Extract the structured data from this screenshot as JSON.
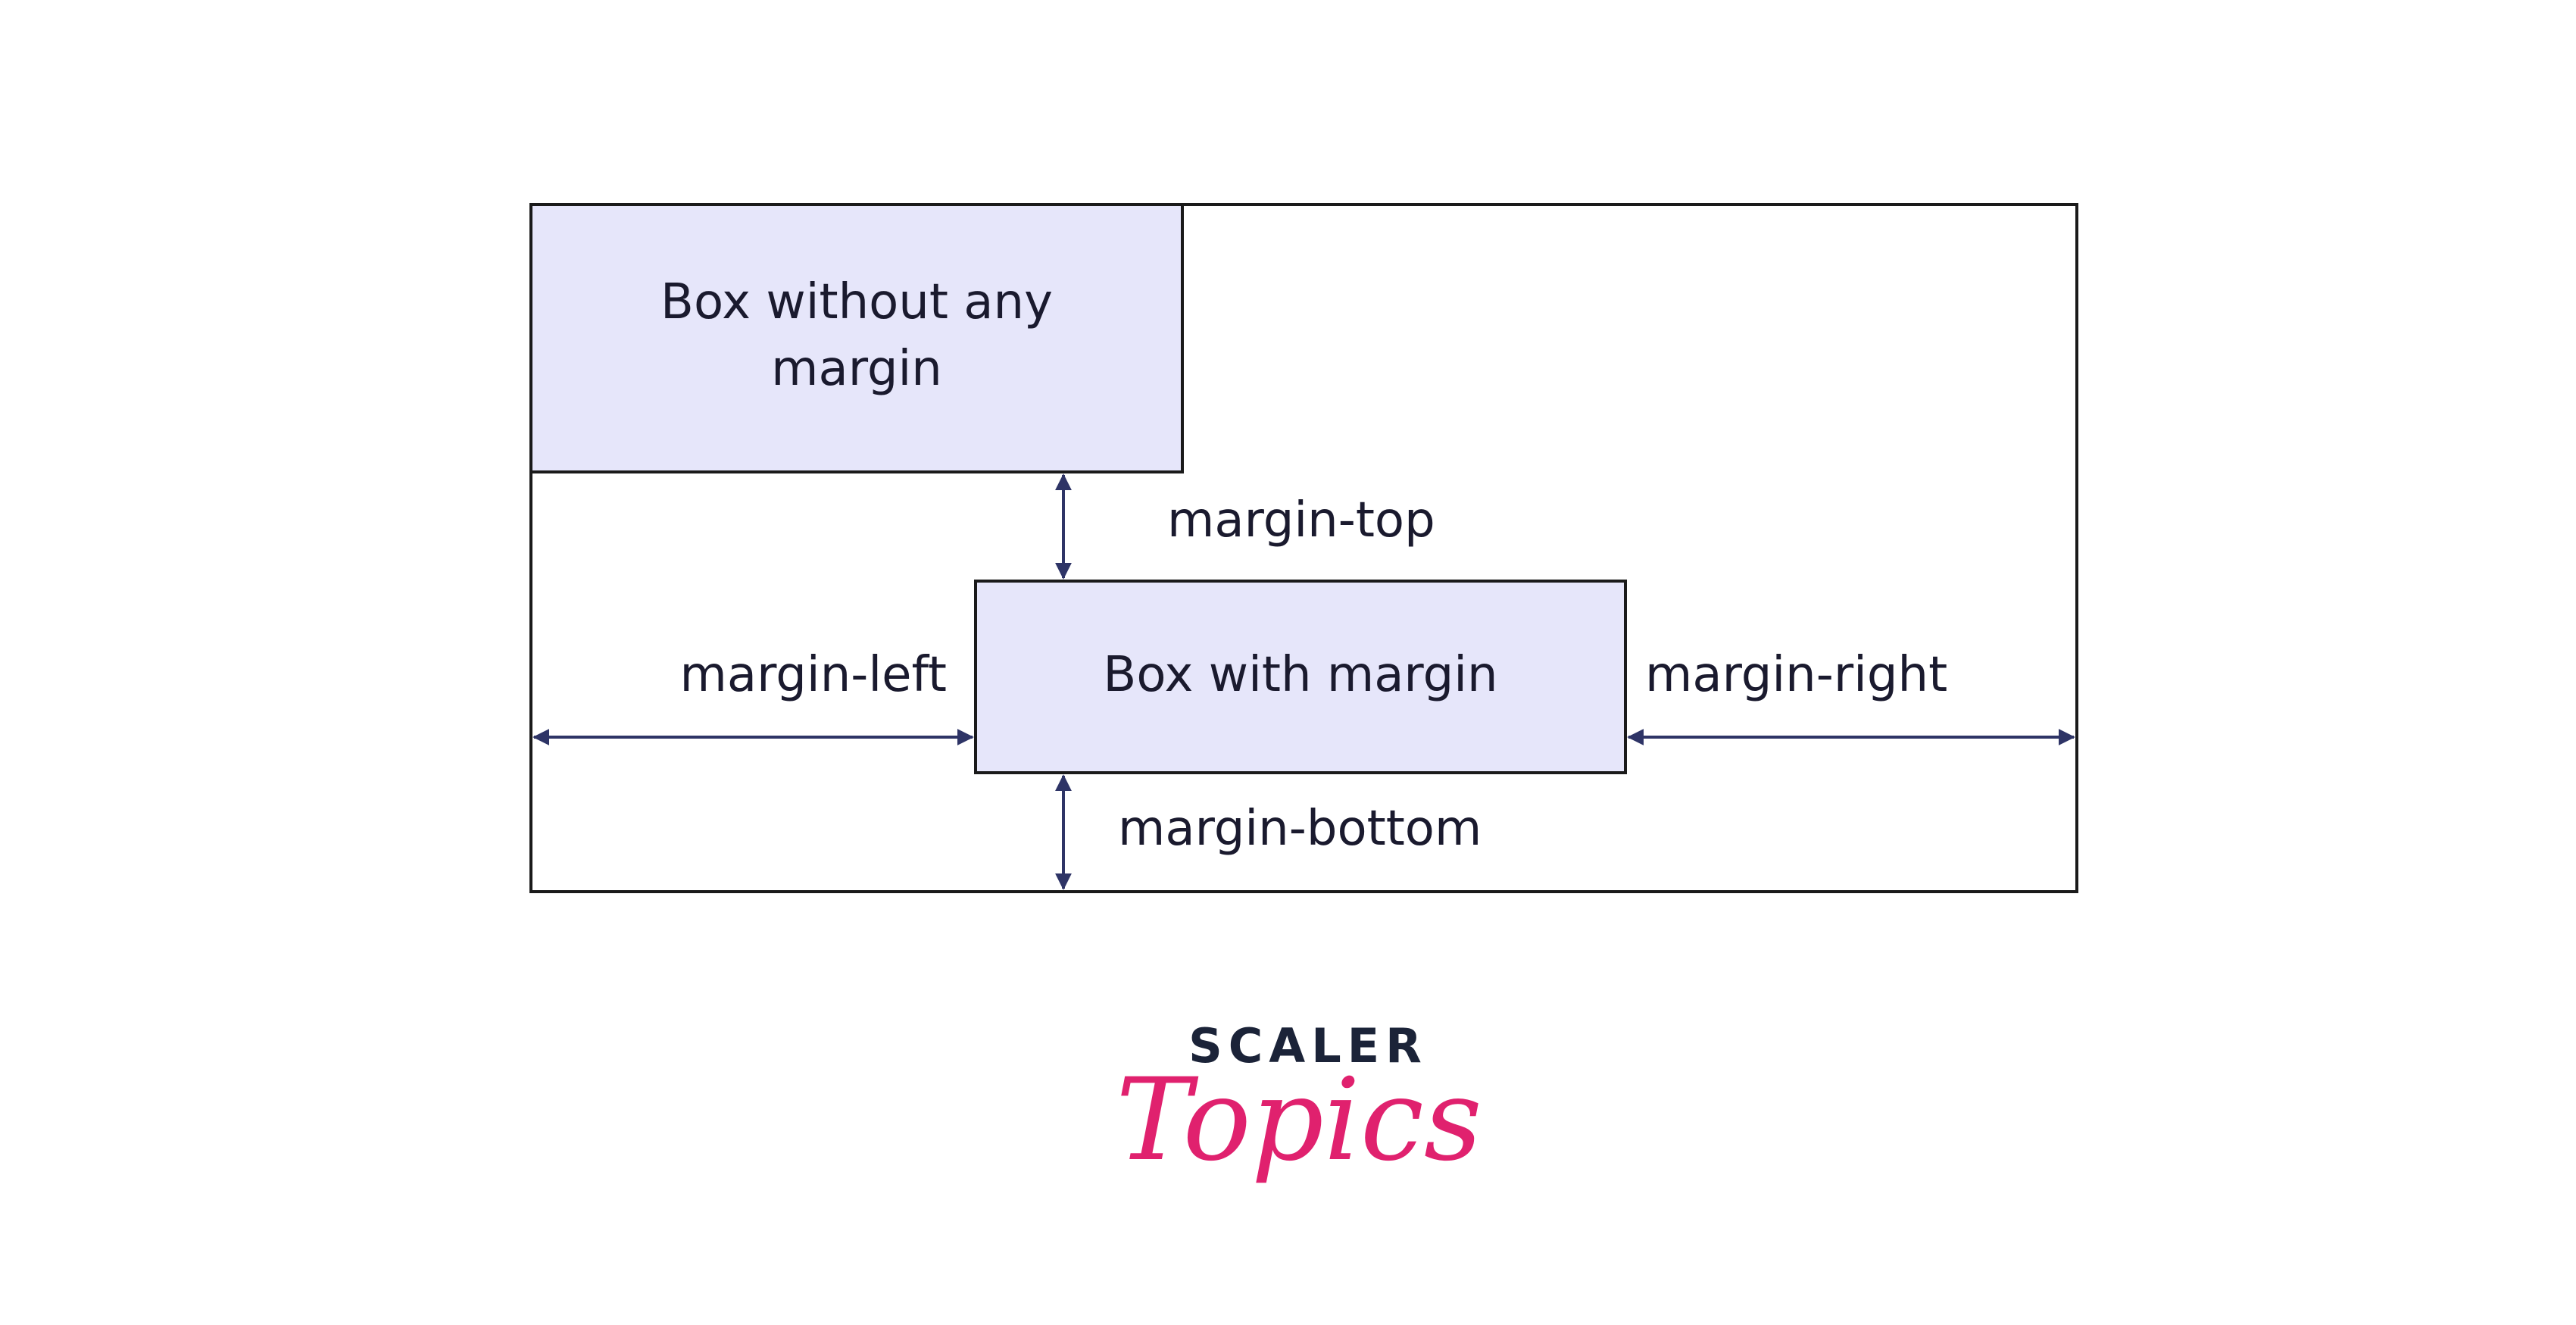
{
  "diagram": {
    "box_without_margin": {
      "line1": "Box without any",
      "line2": "margin"
    },
    "box_with_margin": {
      "label": "Box with margin"
    },
    "labels": {
      "margin_top": "margin-top",
      "margin_left": "margin-left",
      "margin_right": "margin-right",
      "margin_bottom": "margin-bottom"
    },
    "colors": {
      "box_fill": "#e6e6fa",
      "outline": "#1a1a1a",
      "arrow": "#2e3466"
    }
  },
  "logo": {
    "scaler": "SCALER",
    "topics": "Topics",
    "colors": {
      "scaler": "#1b2338",
      "topics": "#e0216e"
    }
  }
}
